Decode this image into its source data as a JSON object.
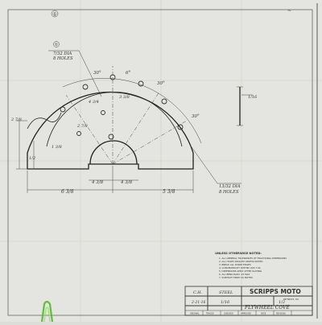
{
  "sheet": {
    "border_number": "①",
    "corner_mark": "~"
  },
  "callouts": {
    "top_leader_num": "①",
    "top_leader_line1": "7/32 DIA",
    "top_leader_line2": "8 HOLES",
    "bottom_leader_line1": "13/32 DIA",
    "bottom_leader_line2": "8 HOLES"
  },
  "dimensions": {
    "left_overall": "6 3/8",
    "center_left": "4 3/8",
    "center_right": "4 3/8",
    "right_overall": "5 3/8",
    "left_height_a": "2 7/8",
    "left_height_b": "1 3/8",
    "left_small": "1/2",
    "mid_a": "4 3/4",
    "mid_b": "3 3/8",
    "mid_c": "2 7/8",
    "side_view": "1/16",
    "angle_a": "30°",
    "angle_b": "30°",
    "angle_c": "30°",
    "angle_d": "6°"
  },
  "notes": {
    "title": "UNLESS OTHERWISE NOTED:",
    "lines": [
      "1. ALL GENERAL TOLERANCES OF FRACTIONAL DIMENSIONS",
      "2. ALL HOLES DRILLED UNLESS NOTED",
      "3. BREAK ALL SHARP EDGES",
      "4. CONCENTRICITY WITHIN .005 T.I.R.",
      "5. DIMENSIONS APPLY AFTER PLATING",
      "6. ALL BEND RADII .03 MAX",
      "7. SURFACE FINISH AS NOTED"
    ]
  },
  "title_block": {
    "company": "SCRIPPS MOTO",
    "company_sub": "DETROIT, MI",
    "material": "STEEL",
    "qty_label": "1/16",
    "drawn": "C.H.",
    "date": "2-21-16",
    "title": "FLYWHEEL COVE",
    "scale": "1/2",
    "footer_cells": [
      "ORIGINAL",
      "TRACED",
      "CHECKED",
      "APPROVED",
      "DATE",
      "REVISION"
    ]
  }
}
